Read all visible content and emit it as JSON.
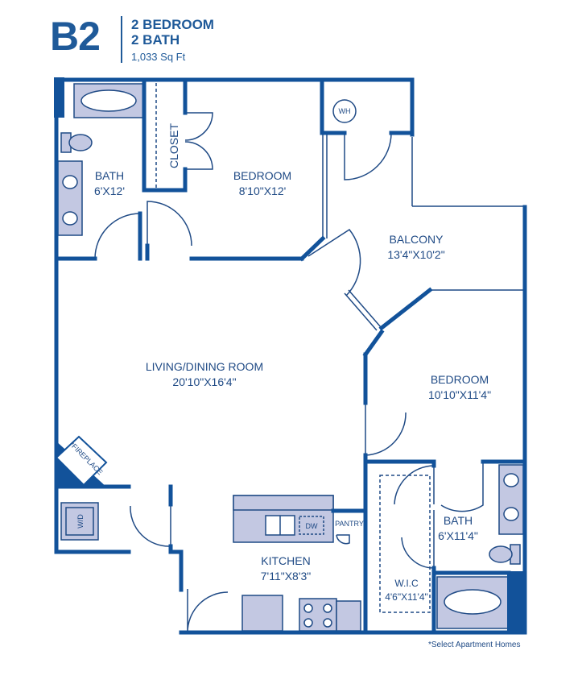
{
  "header": {
    "unit_code": "B2",
    "bedrooms": "2 BEDROOM",
    "baths": "2 BATH",
    "area": "1,033 Sq Ft"
  },
  "rooms": {
    "bath1": {
      "name": "BATH",
      "size": "6'X12'"
    },
    "closet": "CLOSET",
    "bedroom1": {
      "name": "BEDROOM",
      "size": "8'10\"X12'"
    },
    "water_heater": "WH",
    "balcony": {
      "name": "BALCONY",
      "size": "13'4\"X10'2\""
    },
    "living": {
      "name": "LIVING/DINING ROOM",
      "size": "20'10\"X16'4\""
    },
    "bedroom2": {
      "name": "BEDROOM",
      "size": "10'10\"X11'4\""
    },
    "fireplace": "*FIREPLACE",
    "washer_dryer": "W/D",
    "dishwasher": "DW",
    "pantry": "PANTRY",
    "bath2": {
      "name": "BATH",
      "size": "6'X11'4\""
    },
    "kitchen": {
      "name": "KITCHEN",
      "size": "7'11\"X8'3\""
    },
    "wic": {
      "name": "W.I.C",
      "size": "4'6\"X11'4\""
    }
  },
  "footnote": "*Select Apartment Homes",
  "colors": {
    "wall": "#12529a",
    "fixture_fill": "#c3c8e2",
    "fixture_stroke": "#1f4a85",
    "text": "#1f4a85"
  }
}
